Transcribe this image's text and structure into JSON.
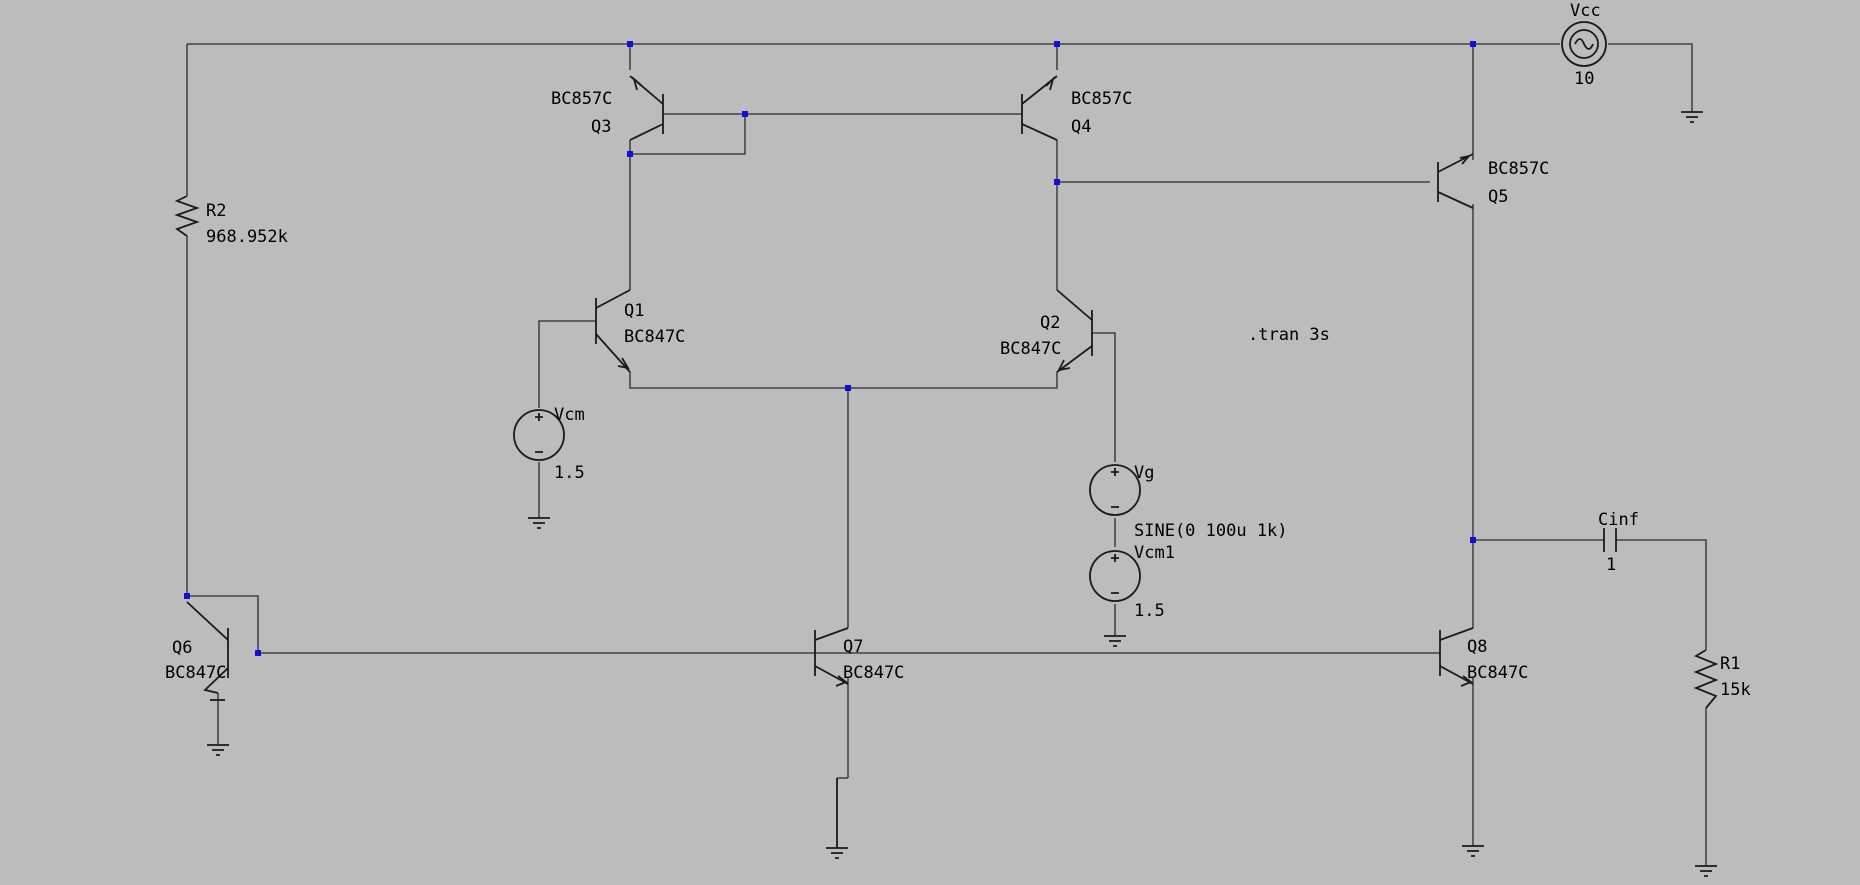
{
  "schematic": {
    "directive": ".tran 3s",
    "components": [
      {
        "ref": "Q3",
        "model": "BC857C"
      },
      {
        "ref": "Q4",
        "model": "BC857C"
      },
      {
        "ref": "Q5",
        "model": "BC857C"
      },
      {
        "ref": "Q1",
        "model": "BC847C"
      },
      {
        "ref": "Q2",
        "model": "BC847C"
      },
      {
        "ref": "Q6",
        "model": "BC847C"
      },
      {
        "ref": "Q7",
        "model": "BC847C"
      },
      {
        "ref": "Q8",
        "model": "BC847C"
      },
      {
        "ref": "R2",
        "value": "968.952k"
      },
      {
        "ref": "R1",
        "value": "15k"
      },
      {
        "ref": "Cinf",
        "value": "1"
      },
      {
        "ref": "Vcc",
        "value": "10"
      },
      {
        "ref": "Vcm",
        "value": "1.5"
      },
      {
        "ref": "Vg",
        "value": "SINE(0 100u 1k)"
      },
      {
        "ref": "Vcm1",
        "value": "1.5"
      }
    ]
  }
}
